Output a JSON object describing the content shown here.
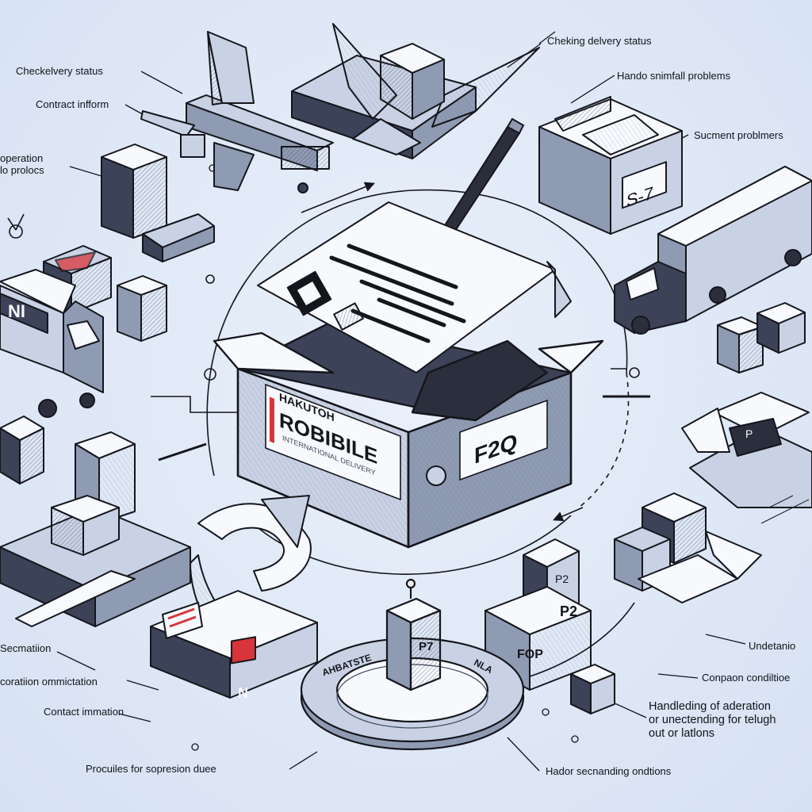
{
  "colors": {
    "ink": "#15161c",
    "paper": "#f7f9fd",
    "box_light": "#c9d2e4",
    "box_mid": "#8f9ab3",
    "box_dark": "#3c4358",
    "accent_red": "#d9343a",
    "background": "#dfe8f6"
  },
  "center_box": {
    "brand_line1": "HAKUTOH",
    "brand_line2": "ROBIBILE",
    "brand_line3": "INTERNATIONAL DELIVERY",
    "side_label": "F2Q"
  },
  "item_marks": {
    "crate_top_right": "S-7",
    "truck_left": "NI",
    "red_tag": "N",
    "small_crate": "P",
    "stack_label_1": "P2",
    "stack_label_2": "P2",
    "stack_label_3": "FOP",
    "pillar_mark": "P7",
    "ring_text_left": "AHBATSTE",
    "ring_text_right": "NLA"
  },
  "labels": {
    "check_delivery_left": "Checkelvery status",
    "contract_inform": "Contract infform",
    "operation": "operation\nlo prolocs",
    "checking_delivery": "Cheking delvery status",
    "handle_small": "Hando snimfall problems",
    "shipment_problems": "Sucment problmers",
    "automation": "Secmatiion",
    "creation_communication": "coratiion ommictation",
    "contract_information": "Contact immation",
    "procedures": "Procuiles for sopresion duee",
    "understanding": "Undetanio",
    "common_conditions": "Conpaon condiltioe",
    "handling": "Handleding of aderation\nor unectending for telugh\nout or latlons",
    "harder_conditions": "Hador secnanding ondtions"
  }
}
